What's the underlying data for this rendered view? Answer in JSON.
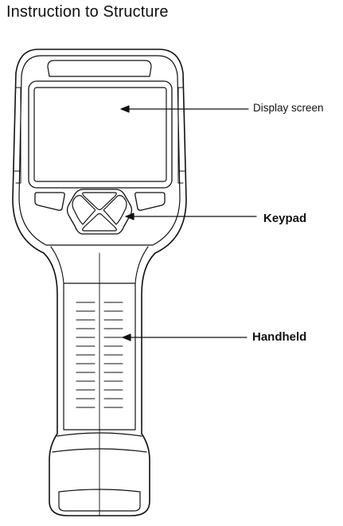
{
  "title": "Instruction to Structure",
  "callouts": {
    "display_screen": "Display screen",
    "keypad": "Keypad",
    "handheld": "Handheld"
  },
  "colors": {
    "line": "#111111",
    "background": "#ffffff"
  },
  "device": {
    "grip_rib_count": 13
  }
}
